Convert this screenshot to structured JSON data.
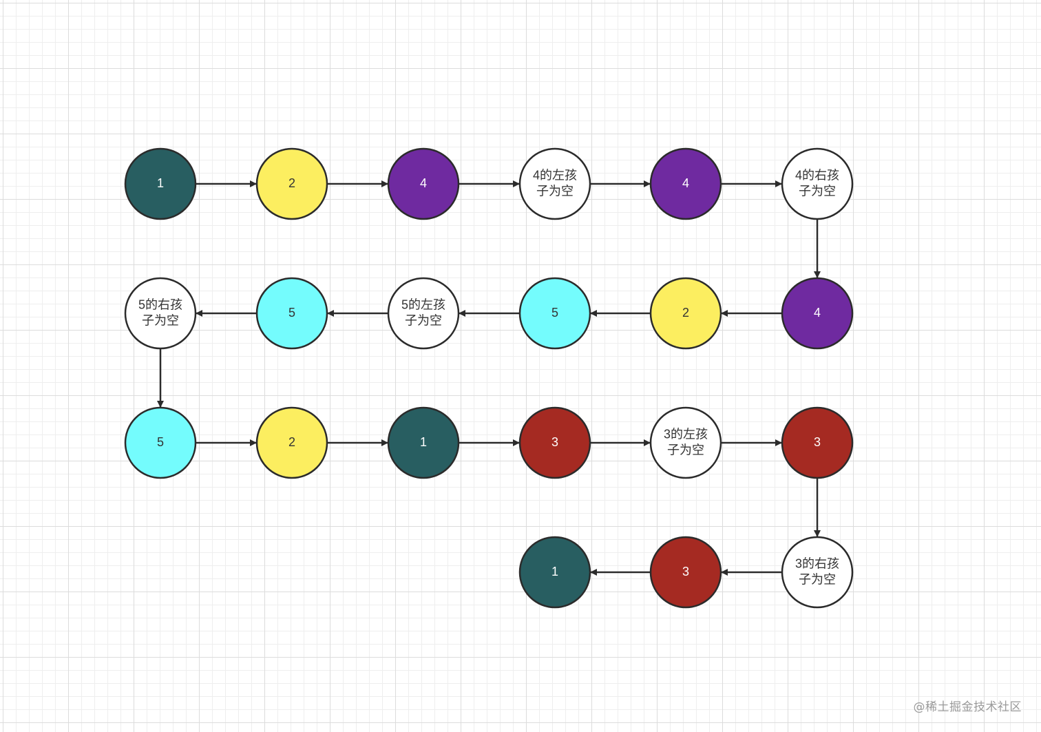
{
  "colors": {
    "teal": "#285e61",
    "yellow": "#fcee60",
    "purple": "#6f2aa0",
    "white": "#ffffff",
    "cyan": "#74fcfd",
    "red": "#a52a22",
    "stroke": "#2b2b2b"
  },
  "diagram": {
    "nodes": [
      {
        "id": "r0c0",
        "row": 0,
        "col": 0,
        "lines": [
          "1"
        ],
        "color": "teal",
        "text_color": "#ffffff"
      },
      {
        "id": "r0c1",
        "row": 0,
        "col": 1,
        "lines": [
          "2"
        ],
        "color": "yellow",
        "text_color": "#333333"
      },
      {
        "id": "r0c2",
        "row": 0,
        "col": 2,
        "lines": [
          "4"
        ],
        "color": "purple",
        "text_color": "#ffffff"
      },
      {
        "id": "r0c3",
        "row": 0,
        "col": 3,
        "lines": [
          "4的左孩",
          "子为空"
        ],
        "color": "white",
        "text_color": "#333333"
      },
      {
        "id": "r0c4",
        "row": 0,
        "col": 4,
        "lines": [
          "4"
        ],
        "color": "purple",
        "text_color": "#ffffff"
      },
      {
        "id": "r0c5",
        "row": 0,
        "col": 5,
        "lines": [
          "4的右孩",
          "子为空"
        ],
        "color": "white",
        "text_color": "#333333"
      },
      {
        "id": "r1c5",
        "row": 1,
        "col": 5,
        "lines": [
          "4"
        ],
        "color": "purple",
        "text_color": "#ffffff"
      },
      {
        "id": "r1c4",
        "row": 1,
        "col": 4,
        "lines": [
          "2"
        ],
        "color": "yellow",
        "text_color": "#333333"
      },
      {
        "id": "r1c3",
        "row": 1,
        "col": 3,
        "lines": [
          "5"
        ],
        "color": "cyan",
        "text_color": "#333333"
      },
      {
        "id": "r1c2",
        "row": 1,
        "col": 2,
        "lines": [
          "5的左孩",
          "子为空"
        ],
        "color": "white",
        "text_color": "#333333"
      },
      {
        "id": "r1c1",
        "row": 1,
        "col": 1,
        "lines": [
          "5"
        ],
        "color": "cyan",
        "text_color": "#333333"
      },
      {
        "id": "r1c0",
        "row": 1,
        "col": 0,
        "lines": [
          "5的右孩",
          "子为空"
        ],
        "color": "white",
        "text_color": "#333333"
      },
      {
        "id": "r2c0",
        "row": 2,
        "col": 0,
        "lines": [
          "5"
        ],
        "color": "cyan",
        "text_color": "#333333"
      },
      {
        "id": "r2c1",
        "row": 2,
        "col": 1,
        "lines": [
          "2"
        ],
        "color": "yellow",
        "text_color": "#333333"
      },
      {
        "id": "r2c2",
        "row": 2,
        "col": 2,
        "lines": [
          "1"
        ],
        "color": "teal",
        "text_color": "#ffffff"
      },
      {
        "id": "r2c3",
        "row": 2,
        "col": 3,
        "lines": [
          "3"
        ],
        "color": "red",
        "text_color": "#ffffff"
      },
      {
        "id": "r2c4",
        "row": 2,
        "col": 4,
        "lines": [
          "3的左孩",
          "子为空"
        ],
        "color": "white",
        "text_color": "#333333"
      },
      {
        "id": "r2c5",
        "row": 2,
        "col": 5,
        "lines": [
          "3"
        ],
        "color": "red",
        "text_color": "#ffffff"
      },
      {
        "id": "r3c5",
        "row": 3,
        "col": 5,
        "lines": [
          "3的右孩",
          "子为空"
        ],
        "color": "white",
        "text_color": "#333333"
      },
      {
        "id": "r3c4",
        "row": 3,
        "col": 4,
        "lines": [
          "3"
        ],
        "color": "red",
        "text_color": "#ffffff"
      },
      {
        "id": "r3c3",
        "row": 3,
        "col": 3,
        "lines": [
          "1"
        ],
        "color": "teal",
        "text_color": "#ffffff"
      }
    ],
    "edges": [
      {
        "from": "r0c0",
        "to": "r0c1"
      },
      {
        "from": "r0c1",
        "to": "r0c2"
      },
      {
        "from": "r0c2",
        "to": "r0c3"
      },
      {
        "from": "r0c3",
        "to": "r0c4"
      },
      {
        "from": "r0c4",
        "to": "r0c5"
      },
      {
        "from": "r0c5",
        "to": "r1c5"
      },
      {
        "from": "r1c5",
        "to": "r1c4"
      },
      {
        "from": "r1c4",
        "to": "r1c3"
      },
      {
        "from": "r1c3",
        "to": "r1c2"
      },
      {
        "from": "r1c2",
        "to": "r1c1"
      },
      {
        "from": "r1c1",
        "to": "r1c0"
      },
      {
        "from": "r1c0",
        "to": "r2c0"
      },
      {
        "from": "r2c0",
        "to": "r2c1"
      },
      {
        "from": "r2c1",
        "to": "r2c2"
      },
      {
        "from": "r2c2",
        "to": "r2c3"
      },
      {
        "from": "r2c3",
        "to": "r2c4"
      },
      {
        "from": "r2c4",
        "to": "r2c5"
      },
      {
        "from": "r2c5",
        "to": "r3c5"
      },
      {
        "from": "r3c5",
        "to": "r3c4"
      },
      {
        "from": "r3c4",
        "to": "r3c3"
      }
    ]
  },
  "watermark": "@稀土掘金技术社区"
}
